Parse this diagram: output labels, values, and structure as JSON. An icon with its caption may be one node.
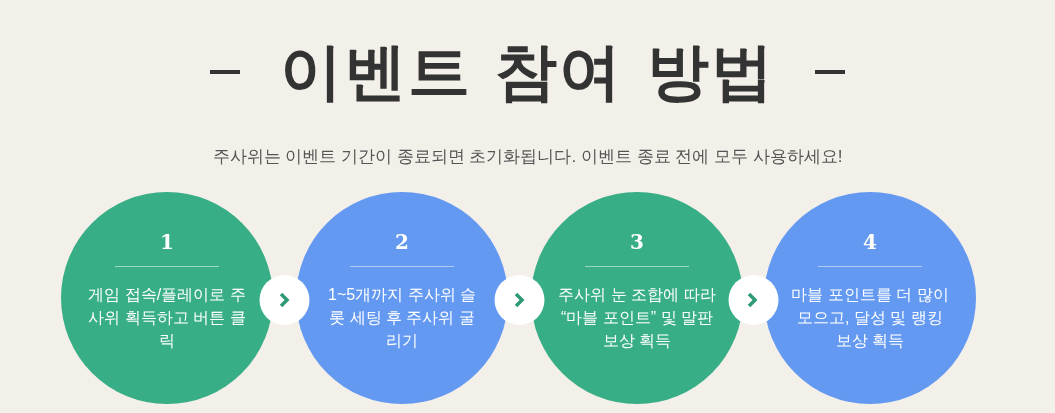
{
  "diagram": {
    "title": "이벤트 참여 방법",
    "nodes": [
      {
        "text": [
          "1",
          "게임 접속/플레이로 주사위 획득하고 버튼 클릭"
        ]
      },
      {
        "text": [
          "2",
          "1~5개까지 주사위 슬롯 세팅 후 주사위 굴리기"
        ]
      },
      {
        "text": [
          "3",
          "주사위 눈 조합에 따라 “마블 포인트” 및 말판 보상 획득"
        ]
      },
      {
        "text": [
          "4",
          "마블 포인트를 더 많이 모으고, 달성 및 랭킹 보상 획득"
        ]
      }
    ],
    "edges": [
      {
        "from": 0,
        "to": 1,
        "arrow": "to"
      },
      {
        "from": 1,
        "to": 2,
        "arrow": "to"
      },
      {
        "from": 2,
        "to": 3,
        "arrow": "to"
      }
    ],
    "labels": [
      "주사위는 이벤트 기간이 종료되면 초기화됩니다. 이벤트 종료 전에 모두 사용하세요!"
    ]
  }
}
